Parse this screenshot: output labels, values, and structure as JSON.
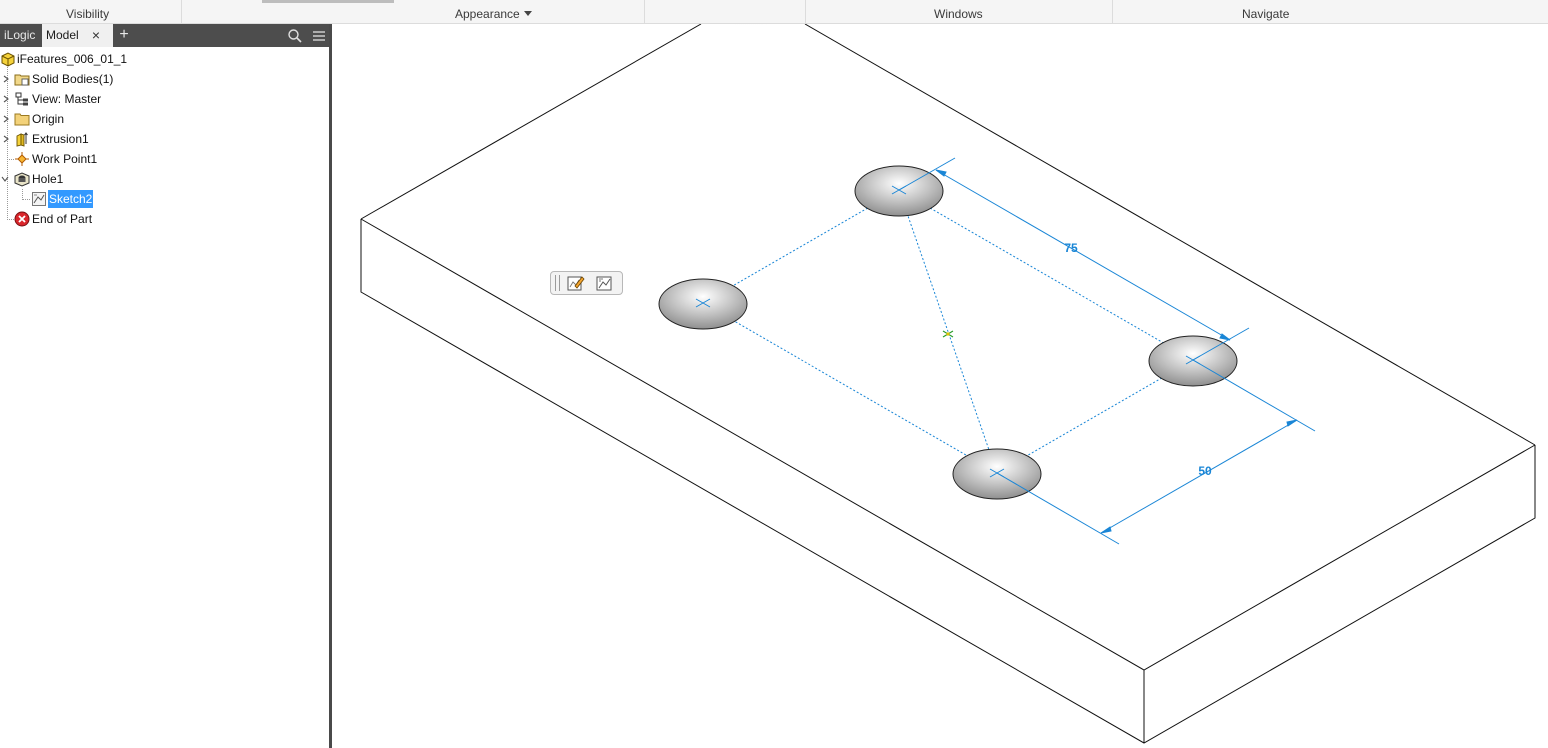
{
  "ribbon": {
    "groups": [
      {
        "label": "Visibility"
      },
      {
        "label": "Appearance"
      },
      {
        "label": "Windows"
      },
      {
        "label": "Navigate"
      }
    ]
  },
  "browser": {
    "tabs": [
      {
        "label": "iLogic"
      },
      {
        "label": "Model"
      }
    ],
    "tree": [
      {
        "label": "iFeatures_006_01_1",
        "icon": "part-icon"
      },
      {
        "label": "Solid Bodies(1)",
        "icon": "solid-bodies-icon"
      },
      {
        "label": "View: Master",
        "icon": "view-rep-icon"
      },
      {
        "label": "Origin",
        "icon": "folder-icon"
      },
      {
        "label": "Extrusion1",
        "icon": "extrusion-icon"
      },
      {
        "label": "Work Point1",
        "icon": "work-point-icon"
      },
      {
        "label": "Hole1",
        "icon": "hole-icon"
      },
      {
        "label": "Sketch2",
        "icon": "sketch-icon"
      },
      {
        "label": "End of Part",
        "icon": "end-of-part-icon"
      }
    ]
  },
  "viewport": {
    "dimensions": [
      {
        "value": "75"
      },
      {
        "value": "50"
      }
    ]
  },
  "colors": {
    "dimension": "#1a86d6",
    "selection": "#3399ff",
    "tab_bar": "#4d4d4d"
  }
}
